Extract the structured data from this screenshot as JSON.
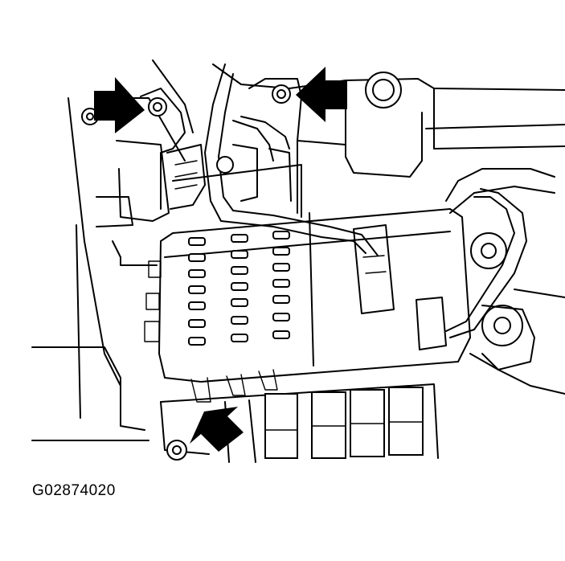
{
  "figure": {
    "code": "G02874020"
  },
  "callouts": [
    {
      "icon": "arrow-right-icon",
      "target": "upper-left-bolt"
    },
    {
      "icon": "arrow-left-icon",
      "target": "upper-center-bolt"
    },
    {
      "icon": "arrow-down-left-icon",
      "target": "lower-bolt"
    }
  ],
  "fuse_block": {
    "fuse_slot_columns": 3,
    "fuse_slot_rows": 7
  },
  "colors": {
    "ink": "#000000",
    "paper": "#ffffff"
  }
}
